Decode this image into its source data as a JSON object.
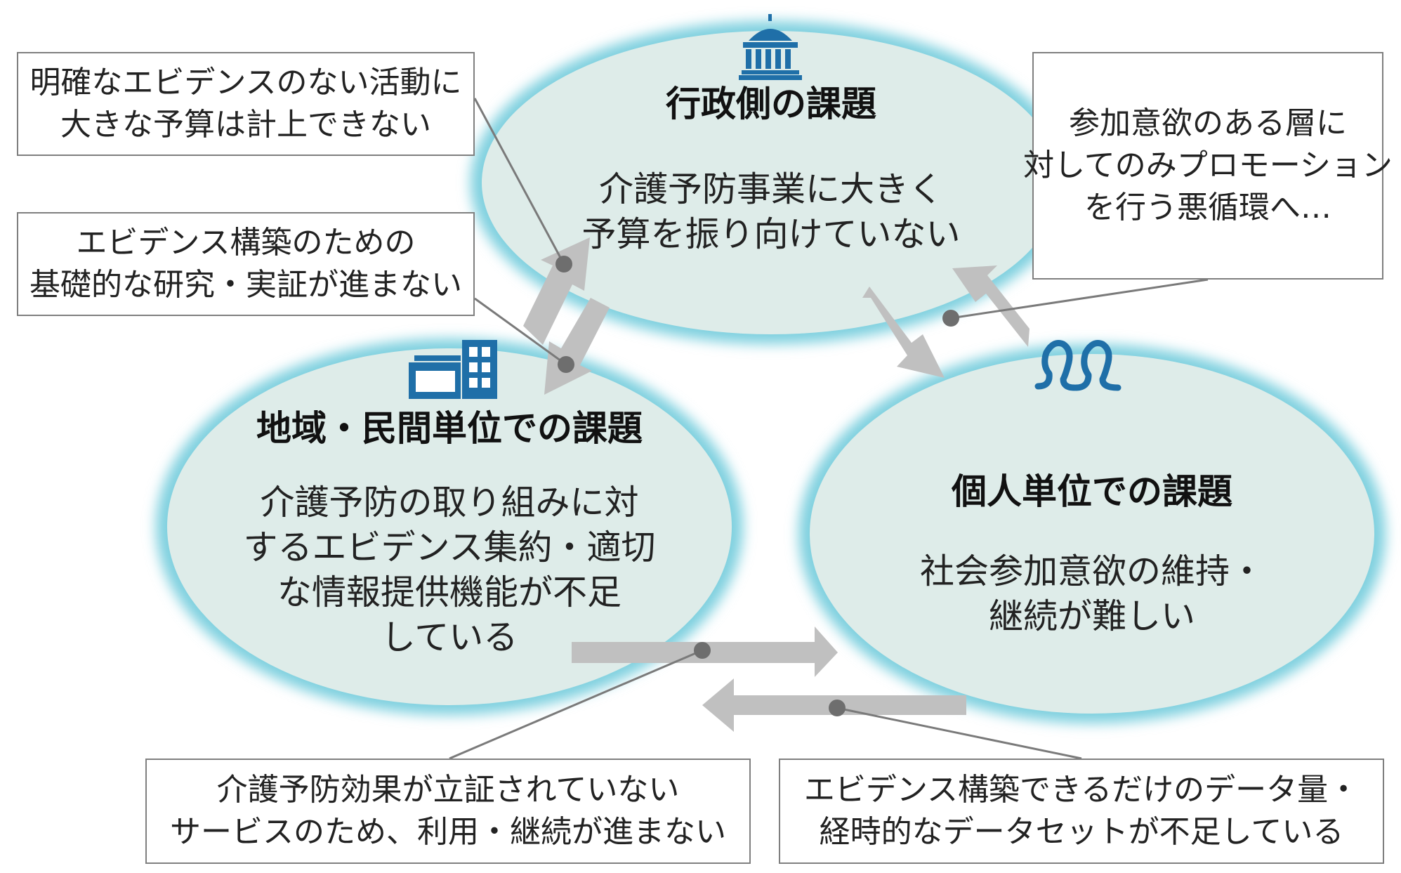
{
  "colors": {
    "ellipse_fill": "#deece9",
    "ellipse_glow": "#7fd0df",
    "arrow": "#c0c0c0",
    "connector": "#7a7a7a",
    "icon": "#1f6fa8",
    "box_border": "#7f7f7f"
  },
  "icons": {
    "government": "government-building-icon",
    "community": "office-building-icon",
    "individual": "people-icon"
  },
  "ellipses": {
    "government": {
      "title": "行政側の課題",
      "lines": [
        "介護予防事業に大きく",
        "予算を振り向けていない"
      ]
    },
    "community": {
      "title": "地域・民間単位での課題",
      "lines": [
        "介護予防の取り組みに対",
        "するエビデンス集約・適切",
        "な情報提供機能が不足",
        "している"
      ]
    },
    "individual": {
      "title": "個人単位での課題",
      "lines": [
        "社会参加意欲の維持・",
        "継続が難しい"
      ]
    }
  },
  "callouts": {
    "top_left": [
      "明確なエビデンスのない活動に",
      "大きな予算は計上できない"
    ],
    "mid_left": [
      "エビデンス構築のための",
      "基礎的な研究・実証が進まない"
    ],
    "top_right": [
      "参加意欲のある層に",
      "対してのみプロモーション",
      "を行う悪循環へ…"
    ],
    "bottom_left": [
      "介護予防効果が立証されていない",
      "サービスのため、利用・継続が進まない"
    ],
    "bottom_right": [
      "エビデンス構築できるだけのデータ量・",
      "経時的なデータセットが不足している"
    ]
  }
}
